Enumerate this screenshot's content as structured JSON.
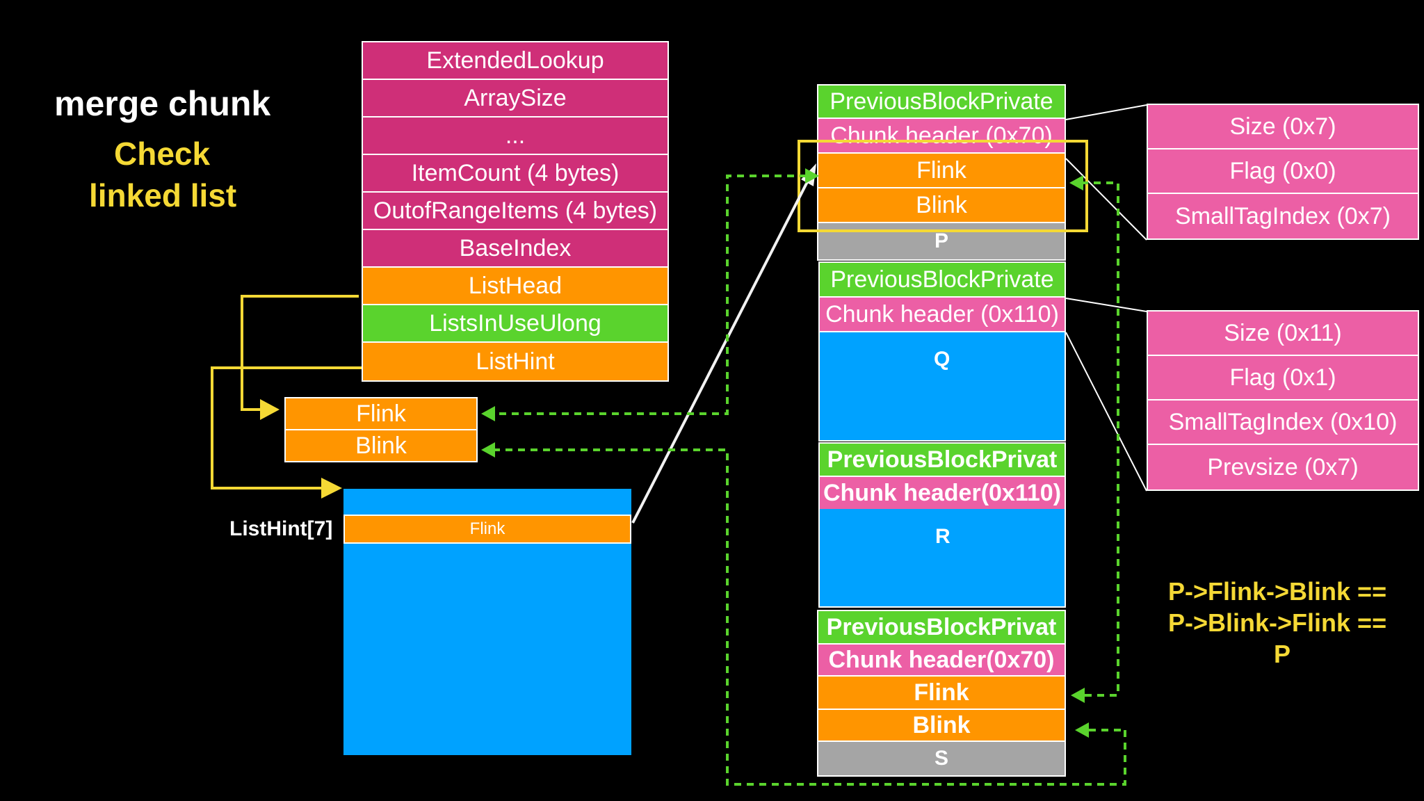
{
  "title": "merge chunk",
  "subtitle_line1": "Check",
  "subtitle_line2": "linked list",
  "heap_struct": {
    "rows": [
      "ExtendedLookup",
      "ArraySize",
      "...",
      "ItemCount (4 bytes)",
      "OutofRangeItems (4 bytes)",
      "BaseIndex",
      "ListHead",
      "ListsInUseUlong",
      "ListHint"
    ]
  },
  "listhead_entry": {
    "flink": "Flink",
    "blink": "Blink"
  },
  "listhint": {
    "label": "ListHint[7]",
    "flink": "Flink"
  },
  "chunk_p": {
    "prev": "PreviousBlockPrivate",
    "header": "Chunk header (0x70)",
    "flink": "Flink",
    "blink": "Blink",
    "name": "P"
  },
  "chunk_q": {
    "prev": "PreviousBlockPrivate",
    "header": "Chunk header (0x110)",
    "name": "Q"
  },
  "chunk_r": {
    "prev": "PreviousBlockPrivat",
    "header": "Chunk header(0x110)",
    "name": "R"
  },
  "chunk_s": {
    "prev": "PreviousBlockPrivat",
    "header": "Chunk header(0x70)",
    "flink": "Flink",
    "blink": "Blink",
    "name": "S"
  },
  "header_p_detail": [
    "Size (0x7)",
    "Flag (0x0)",
    "SmallTagIndex (0x7)"
  ],
  "header_q_detail": [
    "Size (0x11)",
    "Flag (0x1)",
    "SmallTagIndex (0x10)",
    "Prevsize (0x7)"
  ],
  "condition": {
    "line1": "P->Flink->Blink ==",
    "line2": "P->Blink->Flink ==",
    "line3": "P"
  },
  "colors": {
    "magenta": "#cf2f78",
    "orange": "#ff9500",
    "green": "#5ad32d",
    "pink": "#ec5fa5",
    "gray": "#a5a5a5",
    "blue": "#00a2ff",
    "yellow": "#f5d935",
    "arrow_green": "#5ad32d"
  }
}
